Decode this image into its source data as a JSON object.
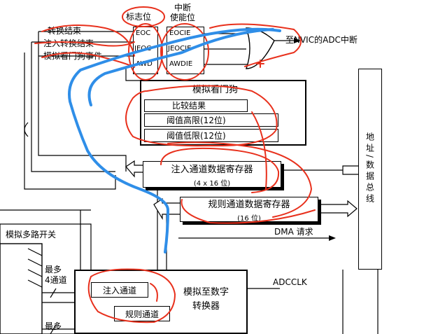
{
  "labels": {
    "interrupt_enable": "中断\n使能位",
    "flag_bits": "标志位",
    "conversion_end": "转换结束",
    "injected_conversion_end": "注入转换结束",
    "analog_watchdog_event": "模拟看门狗事件",
    "to_nvic": "至NVIC的ADC中断",
    "plus_sign": "+",
    "analog_mux": "模拟多路开关",
    "up_to_4_channels": "最多\n4通道",
    "up_to": "最多",
    "dma_request": "DMA 请求",
    "adcclk": "ADCCLK"
  },
  "flags": {
    "eoc": "EOC",
    "jeoc": "JEOC",
    "awd": "AWD"
  },
  "enables": {
    "eocie": "EOCIE",
    "jeocie": "JEOCIE",
    "awdie": "AWDIE"
  },
  "watchdog": {
    "title": "模拟看门狗",
    "compare_result": "比较结果",
    "high_threshold": "阈值高限(12位)",
    "low_threshold": "阈值低限(12位)"
  },
  "injected_register": {
    "title": "注入通道数据寄存器",
    "size": "(4 x 16 位)"
  },
  "regular_register": {
    "title": "规则通道数据寄存器",
    "size": "(16 位)"
  },
  "bus": {
    "label": "地址/数据总线"
  },
  "adc": {
    "title": "模拟至数字\n转换器",
    "injected_channel": "注入通道",
    "regular_channel": "规则通道"
  },
  "annotation_colors": {
    "red_marker": "#e8301c",
    "blue_marker": "#2f8ee8"
  }
}
